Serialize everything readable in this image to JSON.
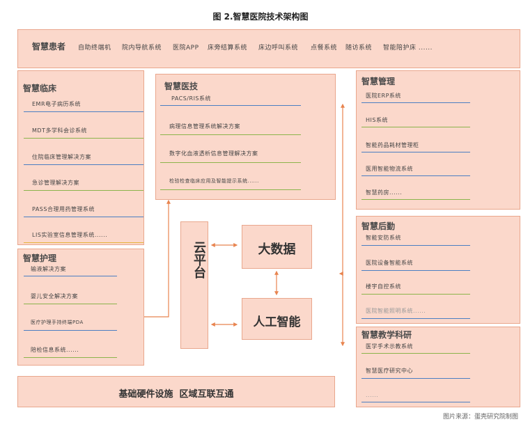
{
  "figure_title": "图 2.智慧医院技术架构图",
  "patients": {
    "title": "智慧患者",
    "items": [
      "自助终端机",
      "院内导航系统",
      "医院APP",
      "床旁结算系统",
      "床边呼叫系统",
      "点餐系统",
      "随访系统",
      "智能陪护床 ......"
    ]
  },
  "clinical": {
    "title": "智慧临床",
    "items": [
      "EMR电子病历系统",
      "MDT多学科会诊系统",
      "住院临床管理解决方案",
      "急诊管理解决方案",
      "PASS合理用药管理系统",
      "LIS实验室信息管理系统......"
    ]
  },
  "medtech": {
    "title": "智慧医技",
    "items": [
      "PACS/RIS系统",
      "病理信息管理系统解决方案",
      "数字化血液透析信息管理解决方案",
      "检验检查临床应用及智能提示系统......"
    ]
  },
  "management": {
    "title": "智慧管理",
    "items": [
      "医院ERP系统",
      "HIS系统",
      "智能药品耗材管理柜",
      "医用智能物流系统",
      "智慧药房......"
    ]
  },
  "nursing": {
    "title": "智慧护理",
    "items": [
      "输液解决方案",
      "婴儿安全解决方案",
      "医疗护理手持终端PDA",
      "陪检信息系统......"
    ]
  },
  "cloud": "云平台",
  "bigdata": "大数据",
  "ai": "人工智能",
  "logistics": {
    "title": "智慧后勤",
    "items": [
      "智能安防系统",
      "医院设备智能系统",
      "楼宇自控系统",
      "医院智能照明系统......"
    ]
  },
  "teaching": {
    "title": "智慧教学科研",
    "items": [
      "医学手术示教系统",
      "智慧医疗研究中心",
      "......"
    ]
  },
  "infrastructure": "基础硬件设施  区域互联互通",
  "source": "图片来源：蛋壳研究院制图",
  "colors": {
    "box_fill": "#fbd8cb",
    "box_border": "#e9a68c",
    "arrow": "#e8844f",
    "line_blue": "#4a7ec2",
    "line_green": "#8bb44a",
    "line_yellow": "#e6b43a"
  }
}
